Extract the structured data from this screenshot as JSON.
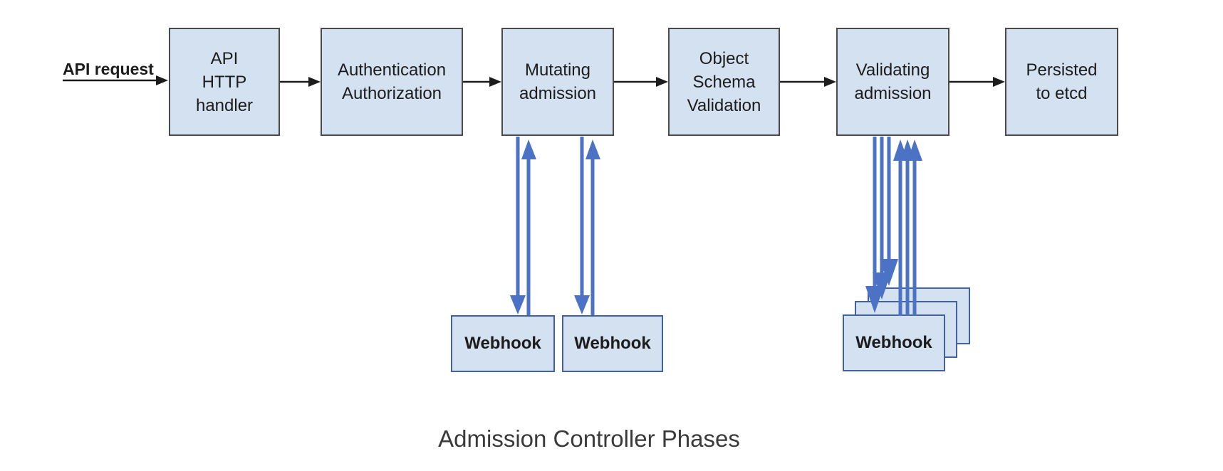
{
  "colors": {
    "page-bg": "#ffffff",
    "box-fill": "#d4e1f1",
    "phase-border": "#4a4a4a",
    "webhook-border": "#41629e",
    "label-color": "#1c1c1c",
    "arrow-black": "#1c1c1c",
    "arrow-blue": "#4b72c5",
    "caption-color": "#3a3a3a"
  },
  "diagram": {
    "request_label": "API request",
    "caption": "Admission Controller Phases",
    "phases": [
      {
        "id": "api-http-handler",
        "lines": [
          "API",
          "HTTP",
          "handler"
        ]
      },
      {
        "id": "authentication-authorization",
        "lines": [
          "Authentication",
          "Authorization"
        ]
      },
      {
        "id": "mutating-admission",
        "lines": [
          "Mutating",
          "admission"
        ]
      },
      {
        "id": "object-schema-validation",
        "lines": [
          "Object",
          "Schema",
          "Validation"
        ]
      },
      {
        "id": "validating-admission",
        "lines": [
          "Validating",
          "admission"
        ]
      },
      {
        "id": "persisted-to-etcd",
        "lines": [
          "Persisted",
          "to etcd"
        ]
      }
    ],
    "mutating_webhooks": [
      {
        "label": "Webhook"
      },
      {
        "label": "Webhook"
      }
    ],
    "validating_webhooks": [
      {
        "label": "Webhook"
      },
      {
        "label": "Webhook"
      },
      {
        "label": "Webhook"
      }
    ]
  }
}
